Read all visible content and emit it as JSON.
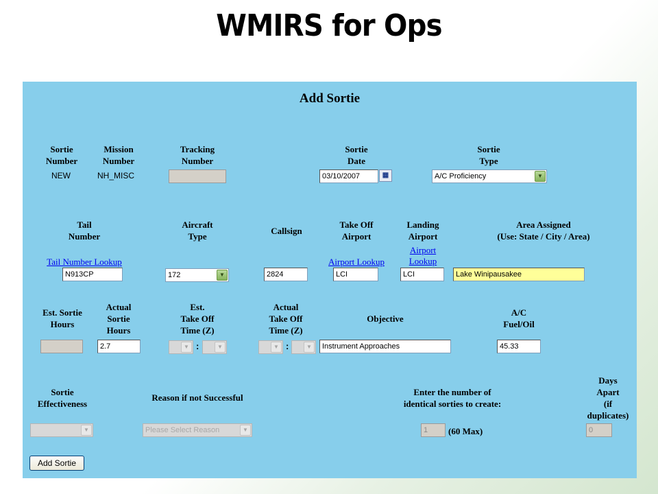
{
  "slide": {
    "title": "WMIRS for Ops"
  },
  "form": {
    "title": "Add Sortie",
    "row1": {
      "sortie_number": {
        "label": [
          "Sortie",
          "Number"
        ],
        "value": "NEW"
      },
      "mission_number": {
        "label": [
          "Mission",
          "Number"
        ],
        "value": "NH_MISC"
      },
      "tracking_number": {
        "label": [
          "Tracking",
          "Number"
        ],
        "value": ""
      },
      "sortie_date": {
        "label": [
          "Sortie",
          "Date"
        ],
        "value": "03/10/2007"
      },
      "sortie_type": {
        "label": [
          "Sortie",
          "Type"
        ],
        "value": "A/C Proficiency"
      }
    },
    "row2": {
      "tail_number": {
        "label": [
          "Tail",
          "Number"
        ],
        "link": "Tail Number Lookup",
        "value": "N913CP"
      },
      "aircraft_type": {
        "label": [
          "Aircraft",
          "Type"
        ],
        "value": "172"
      },
      "callsign": {
        "label": [
          "Callsign"
        ],
        "value": "2824"
      },
      "takeoff_airport": {
        "label": [
          "Take Off",
          "Airport"
        ],
        "link": "Airport Lookup",
        "value": "LCI"
      },
      "landing_airport": {
        "label": [
          "Landing",
          "Airport"
        ],
        "link": [
          "Airport",
          "Lookup"
        ],
        "value": "LCI"
      },
      "area_assigned": {
        "label": [
          "Area Assigned",
          "(Use: State / City / Area)"
        ],
        "value": "Lake Winipausakee"
      }
    },
    "row3": {
      "est_sortie_hours": {
        "label": [
          "Est. Sortie",
          "Hours"
        ],
        "value": ""
      },
      "actual_sortie_hours": {
        "label": [
          "Actual",
          "Sortie",
          "Hours"
        ],
        "value": "2.7"
      },
      "est_takeoff_time": {
        "label": [
          "Est.",
          "Take Off",
          "Time (Z)"
        ],
        "separator": ":"
      },
      "actual_takeoff_time": {
        "label": [
          "Actual",
          "Take Off",
          "Time (Z)"
        ],
        "separator": ":"
      },
      "objective": {
        "label": [
          "Objective"
        ],
        "value": "Instrument Approaches"
      },
      "fuel_oil": {
        "label": [
          "A/C",
          "Fuel/Oil"
        ],
        "value": "45.33"
      }
    },
    "row4": {
      "sortie_effectiveness": {
        "label": [
          "Sortie",
          "Effectiveness"
        ],
        "value": ""
      },
      "reason": {
        "label": [
          "Reason if not Successful"
        ],
        "value": "Please Select Reason"
      },
      "identical": {
        "label": [
          "Enter the number of",
          "identical sorties to create:"
        ],
        "value": "1",
        "max_text": "(60 Max)"
      },
      "days_apart": {
        "label": [
          "Days",
          "Apart",
          "(if",
          "duplicates)"
        ],
        "value": "0"
      }
    },
    "submit_label": "Add Sortie"
  },
  "icons": {
    "calendar": "calendar-icon",
    "dropdown": "chevron-down-icon"
  },
  "colors": {
    "panel": "#87ceeb",
    "highlight_field": "#ffff99",
    "link": "#0000ee"
  }
}
